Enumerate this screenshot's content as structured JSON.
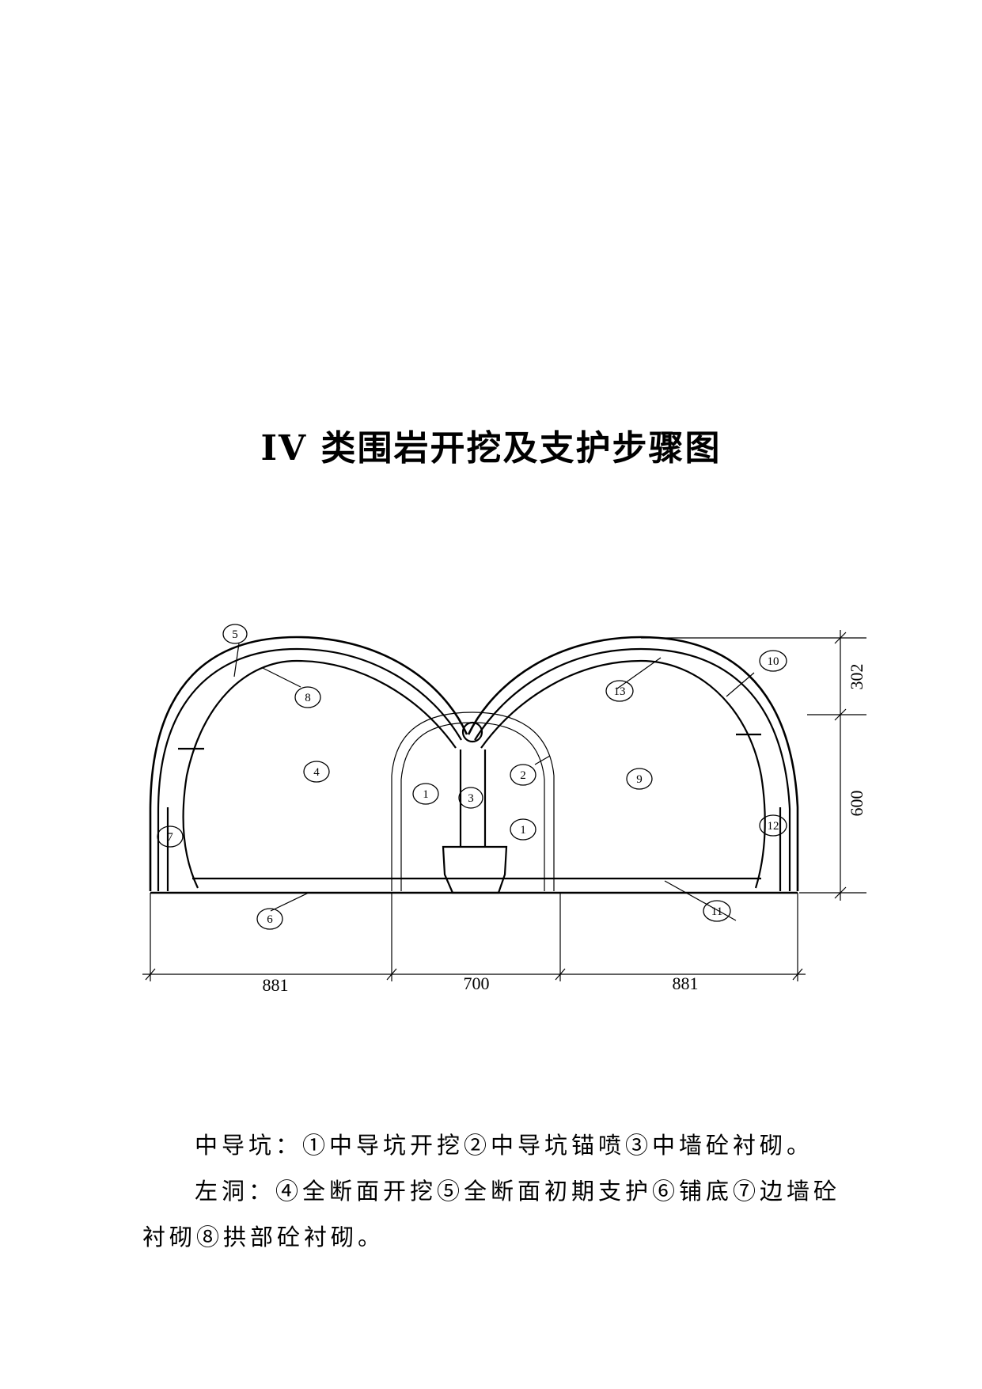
{
  "page": {
    "title": "IV 类围岩开挖及支护步骤图"
  },
  "diagram": {
    "labels": {
      "l1a": "1",
      "l1b": "1",
      "l2": "2",
      "l3": "3",
      "l4": "4",
      "l5": "5",
      "l6": "6",
      "l7": "7",
      "l8": "8",
      "l9": "9",
      "l10": "10",
      "l11": "11",
      "l12": "12",
      "l13": "13"
    },
    "dims": {
      "left": "881",
      "middle": "700",
      "right": "881",
      "height_top": "302",
      "height_bottom": "600"
    }
  },
  "captions": {
    "middle_pilot": "中导坑：①中导坑开挖②中导坑锚喷③中墙砼衬砌。",
    "left_tunnel_line1": "左洞：④全断面开挖⑤全断面初期支护⑥铺底⑦边墙砼",
    "left_tunnel_line2": "衬砌⑧拱部砼衬砌。"
  }
}
